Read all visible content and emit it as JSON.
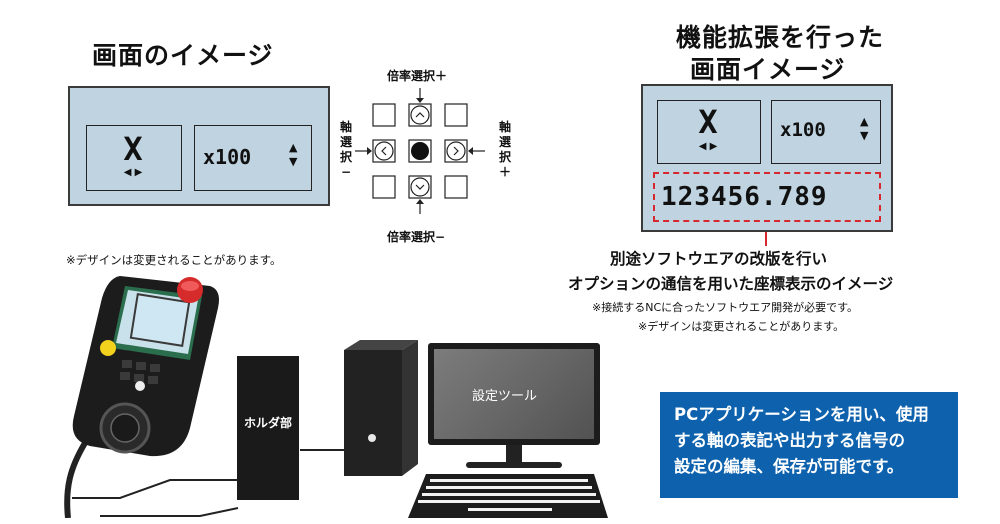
{
  "left": {
    "title": "画面のイメージ",
    "axis_glyph": "X",
    "multiplier": "x100",
    "note": "※デザインは変更されることがあります。"
  },
  "dpad": {
    "top_label": "倍率選択＋",
    "bottom_label": "倍率選択−",
    "left_label": [
      "軸",
      "選",
      "択",
      "−"
    ],
    "right_label": [
      "軸",
      "選",
      "択",
      "＋"
    ]
  },
  "right": {
    "title_line1": "機能拡張を行った",
    "title_line2": "画面イメージ",
    "axis_glyph": "X",
    "multiplier": "x100",
    "coordinate": "123456.789",
    "caption_line1": "別途ソフトウエアの改版を行い",
    "caption_line2": "オプションの通信を用いた座標表示のイメージ",
    "note1": "※接続するNCに合ったソフトウエア開発が必要です。",
    "note2": "※デザインは変更されることがあります。"
  },
  "bottom": {
    "holder_label": "ホルダ部",
    "tool_label": "設定ツール",
    "blue_line1": "PCアプリケーションを用い、使用",
    "blue_line2": "する軸の表記や出力する信号の",
    "blue_line3": "設定の編集、保存が可能です。"
  },
  "colors": {
    "lcd": "#bfd3e0",
    "highlight": "#d7282f",
    "blue_box": "#0e62ad",
    "holder": "#1a1a1a"
  }
}
